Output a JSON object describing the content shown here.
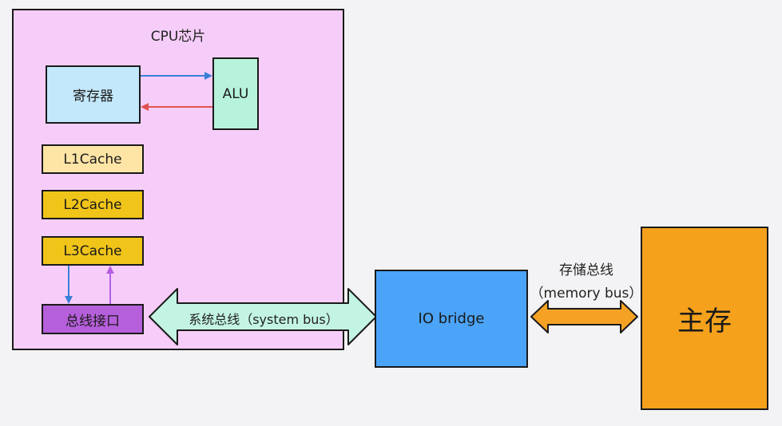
{
  "cpu": {
    "title": "CPU芯片",
    "registers": "寄存器",
    "alu": "ALU",
    "l1": "L1Cache",
    "l2": "L2Cache",
    "l3": "L3Cache",
    "bus_interface": "总线接口"
  },
  "system_bus": {
    "label": "系统总线（system bus）"
  },
  "io_bridge": {
    "label": "IO bridge"
  },
  "memory_bus": {
    "label_line1": "存储总线",
    "label_line2": "（memory bus）"
  },
  "main_memory": {
    "label": "主存"
  },
  "colors": {
    "background": "#f3f3f5",
    "cpu_chip": "#f6cdf9",
    "registers": "#c3e7fb",
    "alu": "#b6f2dc",
    "l1": "#ffe5a5",
    "l2": "#f0c419",
    "l3": "#f0c419",
    "bus_interface": "#b65fdb",
    "system_bus_arrow": "#c3f4e3",
    "io_bridge": "#4ba4f8",
    "memory_bus_arrow": "#f5a224",
    "main_memory": "#f5a11c",
    "arrow_blue": "#3a7fd9",
    "arrow_red": "#e05252",
    "arrow_purple": "#b55ee0"
  }
}
